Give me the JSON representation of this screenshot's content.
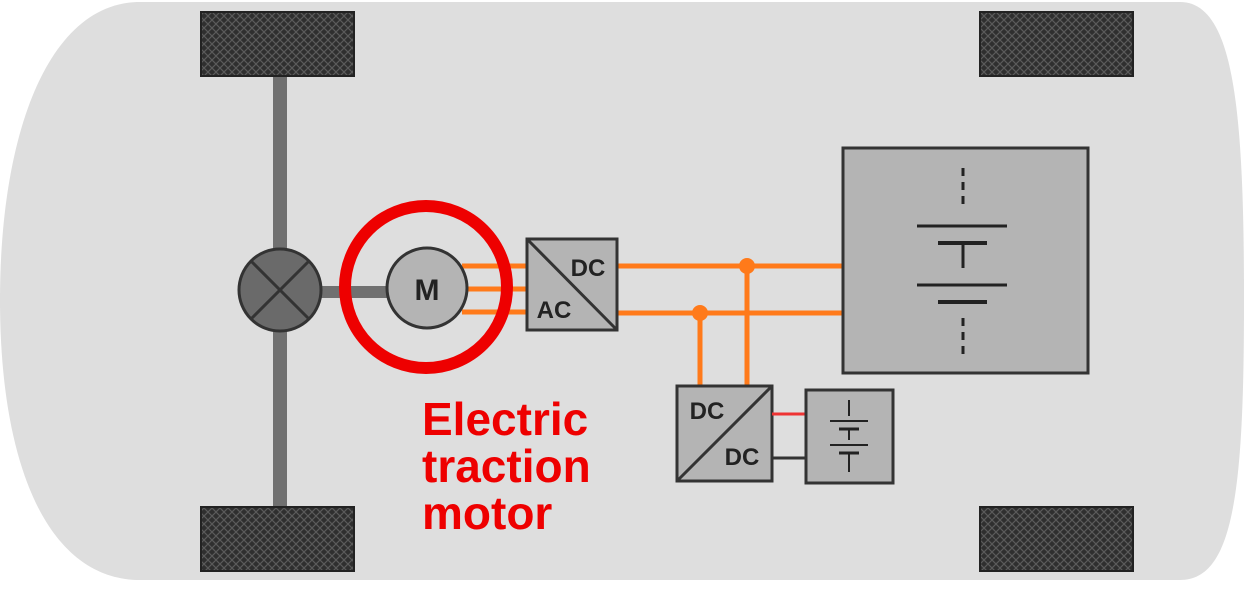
{
  "diagram": {
    "motor_symbol": "M",
    "inverter": {
      "top_label": "DC",
      "bottom_label": "AC"
    },
    "dcdc_converter": {
      "top_label": "DC",
      "bottom_label": "DC"
    },
    "highlight": {
      "caption_lines": [
        "Electric",
        "traction",
        "motor"
      ],
      "color": "#ee0000"
    },
    "icons": [
      "wheel-icon",
      "differential-icon",
      "motor-icon",
      "battery-icon"
    ],
    "colors": {
      "body": "#dedede",
      "wheels": "#333333",
      "axle": "#707070",
      "hv_lines": "#ff7a1a",
      "component_fill": "#b4b4b4"
    }
  }
}
